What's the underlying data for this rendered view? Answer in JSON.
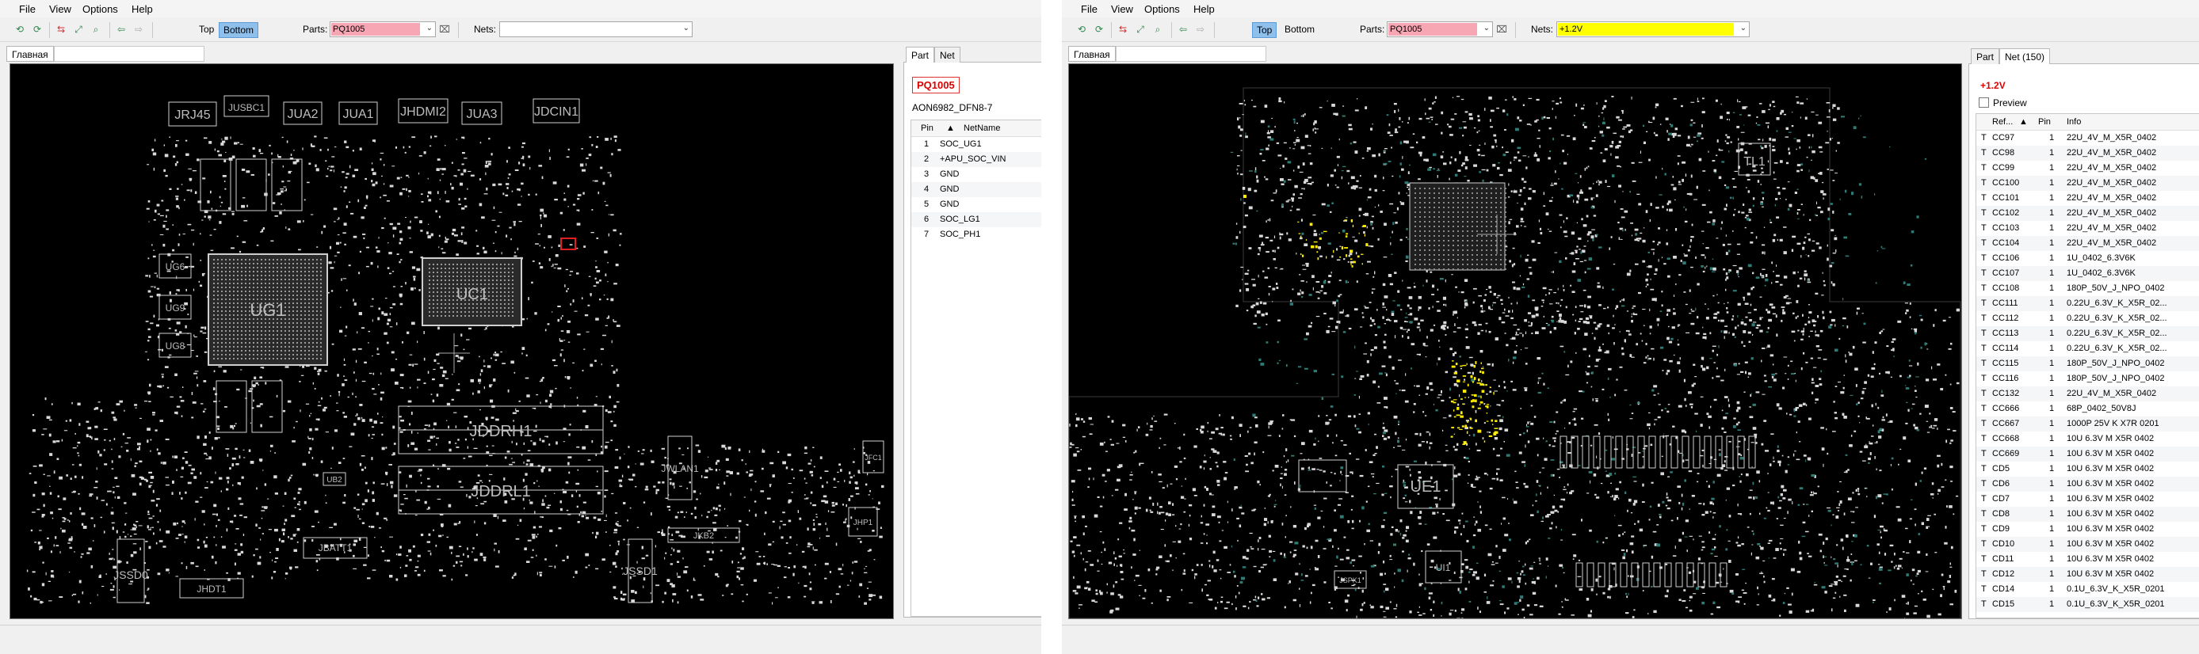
{
  "menu": [
    "File",
    "View",
    "Options",
    "Help"
  ],
  "toolbar": {
    "side_top": "Top",
    "side_bottom": "Bottom",
    "parts_label": "Parts:",
    "nets_label": "Nets:"
  },
  "colors": {
    "parts_highlight": "#f7a6b4",
    "net_highlight": "#ffff00",
    "active_side": "#8fc0ec",
    "board_bg": "#000000"
  },
  "icons": [
    "zoom-in-icon",
    "zoom-out-icon",
    "flip-icon",
    "fit-icon",
    "zoom-area-icon",
    "back-icon",
    "forward-icon"
  ],
  "left": {
    "parts_value": "PQ1005",
    "nets_value": "",
    "doc_tab": "Главная",
    "panel_tabs": [
      "Part",
      "Net"
    ],
    "part_name": "PQ1005",
    "part_type": "AON6982_DFN8-7",
    "pins_header": {
      "pin": "Pin",
      "net": "NetName"
    },
    "pins": [
      {
        "pin": "1",
        "net": "SOC_UG1"
      },
      {
        "pin": "2",
        "net": "+APU_SOC_VIN"
      },
      {
        "pin": "3",
        "net": "GND"
      },
      {
        "pin": "4",
        "net": "GND"
      },
      {
        "pin": "5",
        "net": "GND"
      },
      {
        "pin": "6",
        "net": "SOC_LG1"
      },
      {
        "pin": "7",
        "net": "SOC_PH1"
      }
    ],
    "board_labels": [
      "JRJ45",
      "JUSBC1",
      "JUA2",
      "JUA1",
      "JHDMI2",
      "JUA3",
      "JDCIN1",
      "UG1",
      "UC1",
      "UG6",
      "UG9",
      "UG8",
      "JDDRH1",
      "JDDRL1",
      "JSSD0",
      "JSSD1",
      "JBATT1",
      "JHDT1",
      "JWLAN1",
      "JKB2",
      "JHP1",
      "UB2",
      "JFC1"
    ]
  },
  "right": {
    "parts_value": "PQ1005",
    "nets_value": "+1.2V",
    "doc_tab": "Главная",
    "panel_tabs": [
      "Part",
      "Net (150)"
    ],
    "net_name": "+1.2V",
    "preview_label": "Preview",
    "list_header": {
      "ref": "Ref...",
      "pin": "Pin",
      "info": "Info"
    },
    "rows": [
      {
        "side": "T",
        "ref": "CC97",
        "pin": "1",
        "info": "22U_4V_M_X5R_0402"
      },
      {
        "side": "T",
        "ref": "CC98",
        "pin": "1",
        "info": "22U_4V_M_X5R_0402"
      },
      {
        "side": "T",
        "ref": "CC99",
        "pin": "1",
        "info": "22U_4V_M_X5R_0402"
      },
      {
        "side": "T",
        "ref": "CC100",
        "pin": "1",
        "info": "22U_4V_M_X5R_0402"
      },
      {
        "side": "T",
        "ref": "CC101",
        "pin": "1",
        "info": "22U_4V_M_X5R_0402"
      },
      {
        "side": "T",
        "ref": "CC102",
        "pin": "1",
        "info": "22U_4V_M_X5R_0402"
      },
      {
        "side": "T",
        "ref": "CC103",
        "pin": "1",
        "info": "22U_4V_M_X5R_0402"
      },
      {
        "side": "T",
        "ref": "CC104",
        "pin": "1",
        "info": "22U_4V_M_X5R_0402"
      },
      {
        "side": "T",
        "ref": "CC106",
        "pin": "1",
        "info": "1U_0402_6.3V6K"
      },
      {
        "side": "T",
        "ref": "CC107",
        "pin": "1",
        "info": "1U_0402_6.3V6K"
      },
      {
        "side": "T",
        "ref": "CC108",
        "pin": "1",
        "info": "180P_50V_J_NPO_0402"
      },
      {
        "side": "T",
        "ref": "CC111",
        "pin": "1",
        "info": "0.22U_6.3V_K_X5R_02..."
      },
      {
        "side": "T",
        "ref": "CC112",
        "pin": "1",
        "info": "0.22U_6.3V_K_X5R_02..."
      },
      {
        "side": "T",
        "ref": "CC113",
        "pin": "1",
        "info": "0.22U_6.3V_K_X5R_02..."
      },
      {
        "side": "T",
        "ref": "CC114",
        "pin": "1",
        "info": "0.22U_6.3V_K_X5R_02..."
      },
      {
        "side": "T",
        "ref": "CC115",
        "pin": "1",
        "info": "180P_50V_J_NPO_0402"
      },
      {
        "side": "T",
        "ref": "CC116",
        "pin": "1",
        "info": "180P_50V_J_NPO_0402"
      },
      {
        "side": "T",
        "ref": "CC132",
        "pin": "1",
        "info": "22U_4V_M_X5R_0402"
      },
      {
        "side": "T",
        "ref": "CC666",
        "pin": "1",
        "info": "68P_0402_50V8J"
      },
      {
        "side": "T",
        "ref": "CC667",
        "pin": "1",
        "info": "1000P 25V K X7R 0201"
      },
      {
        "side": "T",
        "ref": "CC668",
        "pin": "1",
        "info": "10U 6.3V M X5R 0402"
      },
      {
        "side": "T",
        "ref": "CC669",
        "pin": "1",
        "info": "10U 6.3V M X5R 0402"
      },
      {
        "side": "T",
        "ref": "CD5",
        "pin": "1",
        "info": "10U 6.3V M X5R 0402"
      },
      {
        "side": "T",
        "ref": "CD6",
        "pin": "1",
        "info": "10U 6.3V M X5R 0402"
      },
      {
        "side": "T",
        "ref": "CD7",
        "pin": "1",
        "info": "10U 6.3V M X5R 0402"
      },
      {
        "side": "T",
        "ref": "CD8",
        "pin": "1",
        "info": "10U 6.3V M X5R 0402"
      },
      {
        "side": "T",
        "ref": "CD9",
        "pin": "1",
        "info": "10U 6.3V M X5R 0402"
      },
      {
        "side": "T",
        "ref": "CD10",
        "pin": "1",
        "info": "10U 6.3V M X5R 0402"
      },
      {
        "side": "T",
        "ref": "CD11",
        "pin": "1",
        "info": "10U 6.3V M X5R 0402"
      },
      {
        "side": "T",
        "ref": "CD12",
        "pin": "1",
        "info": "10U 6.3V M X5R 0402"
      },
      {
        "side": "T",
        "ref": "CD14",
        "pin": "1",
        "info": "0.1U_6.3V_K_X5R_0201"
      },
      {
        "side": "T",
        "ref": "CD15",
        "pin": "1",
        "info": "0.1U_6.3V_K_X5R_0201"
      }
    ],
    "board_labels": [
      "TL1",
      "UE1",
      "UI1",
      "JSPK1"
    ]
  }
}
